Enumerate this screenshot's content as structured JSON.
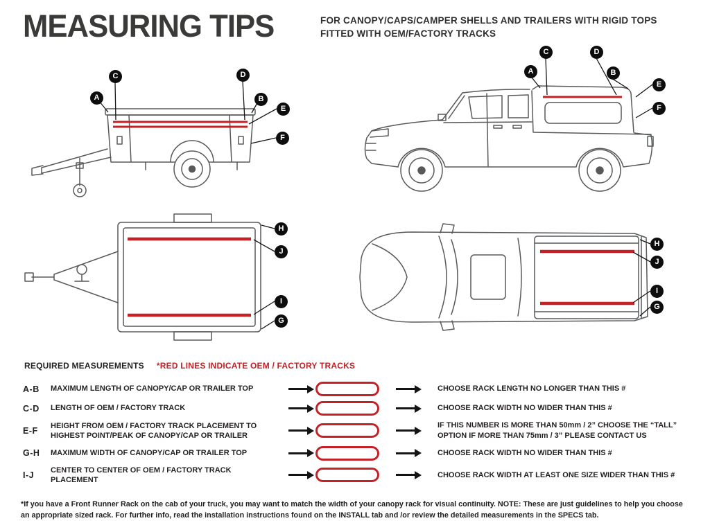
{
  "colors": {
    "track_red": "#C42127",
    "ink": "#231F20"
  },
  "header": {
    "title": "MEASURING TIPS",
    "subtitle_line1": "FOR CANOPY/CAPS/CAMPER SHELLS AND TRAILERS WITH RIGID TOPS",
    "subtitle_line2": "FITTED WITH OEM/FACTORY TRACKS"
  },
  "legend": {
    "required_label": "REQUIRED MEASUREMENTS",
    "red_note": "*RED LINES INDICATE OEM / FACTORY TRACKS"
  },
  "diagrams": {
    "trailer_side": {
      "labels": [
        "A",
        "C",
        "D",
        "B",
        "E",
        "F"
      ]
    },
    "truck_side": {
      "labels": [
        "A",
        "C",
        "D",
        "B",
        "E",
        "F"
      ]
    },
    "trailer_top": {
      "labels": [
        "H",
        "J",
        "I",
        "G"
      ]
    },
    "truck_top": {
      "labels": [
        "H",
        "J",
        "I",
        "G"
      ]
    }
  },
  "measurements": [
    {
      "key": "A-B",
      "description": "MAXIMUM  LENGTH OF CANOPY/CAP OR TRAILER TOP",
      "guidance": "CHOOSE RACK LENGTH NO LONGER THAN THIS #"
    },
    {
      "key": "C-D",
      "description": "LENGTH OF OEM / FACTORY TRACK",
      "guidance": "CHOOSE RACK WIDTH NO WIDER THAN THIS #"
    },
    {
      "key": "E-F",
      "description": "HEIGHT FROM OEM / FACTORY TRACK PLACEMENT TO HIGHEST POINT/PEAK OF CANOPY/CAP OR TRAILER",
      "guidance": "IF THIS NUMBER IS MORE THAN 50mm / 2” CHOOSE THE “TALL” OPTION IF MORE THAN 75mm / 3” PLEASE CONTACT US"
    },
    {
      "key": "G-H",
      "description": "MAXIMUM  WIDTH OF CANOPY/CAP OR TRAILER TOP",
      "guidance": "CHOOSE RACK WIDTH NO WIDER THAN THIS #"
    },
    {
      "key": "I-J",
      "description": "CENTER TO CENTER OF OEM / FACTORY TRACK PLACEMENT",
      "guidance": "CHOOSE RACK WIDTH AT LEAST ONE SIZE WIDER THAN THIS #"
    }
  ],
  "footnote": "*If you have a Front Runner Rack on the cab of your truck, you may want to match the width of your canopy rack for visual continuity. NOTE: These are just guidelines to help you choose an appropriate sized rack. For further info, read the installation instructions found on the INSTALL tab and /or review the detailed measurements in the SPECS tab."
}
